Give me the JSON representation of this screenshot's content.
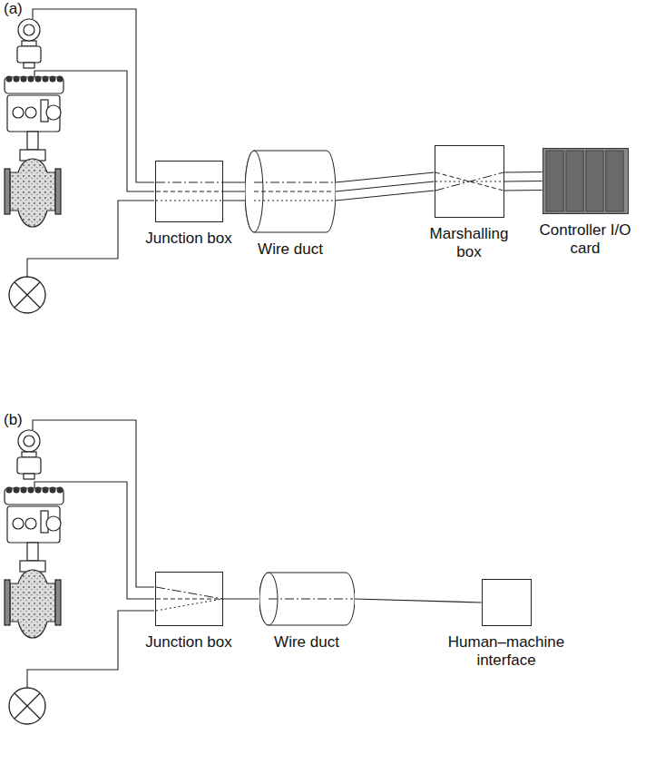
{
  "diagram": {
    "nodes": [
      {
        "text": [
          "Junction box"
        ]
      },
      {
        "text": [
          "Wire duct"
        ]
      },
      {
        "text": [
          "Marshalling box"
        ]
      },
      {
        "text": [
          "Controller I/O card"
        ]
      },
      {
        "text": [
          "Junction box"
        ]
      },
      {
        "text": [
          "Wire duct"
        ]
      },
      {
        "text": [
          "Human–machine interface"
        ]
      }
    ],
    "edges": [
      {
        "from": 0,
        "to": 1,
        "arrow": "none"
      },
      {
        "from": 1,
        "to": 2,
        "arrow": "none"
      },
      {
        "from": 2,
        "to": 3,
        "arrow": "none"
      },
      {
        "from": 4,
        "to": 5,
        "arrow": "none"
      },
      {
        "from": 5,
        "to": 6,
        "arrow": "none"
      }
    ],
    "labels": [
      "(a)",
      "(b)"
    ]
  }
}
